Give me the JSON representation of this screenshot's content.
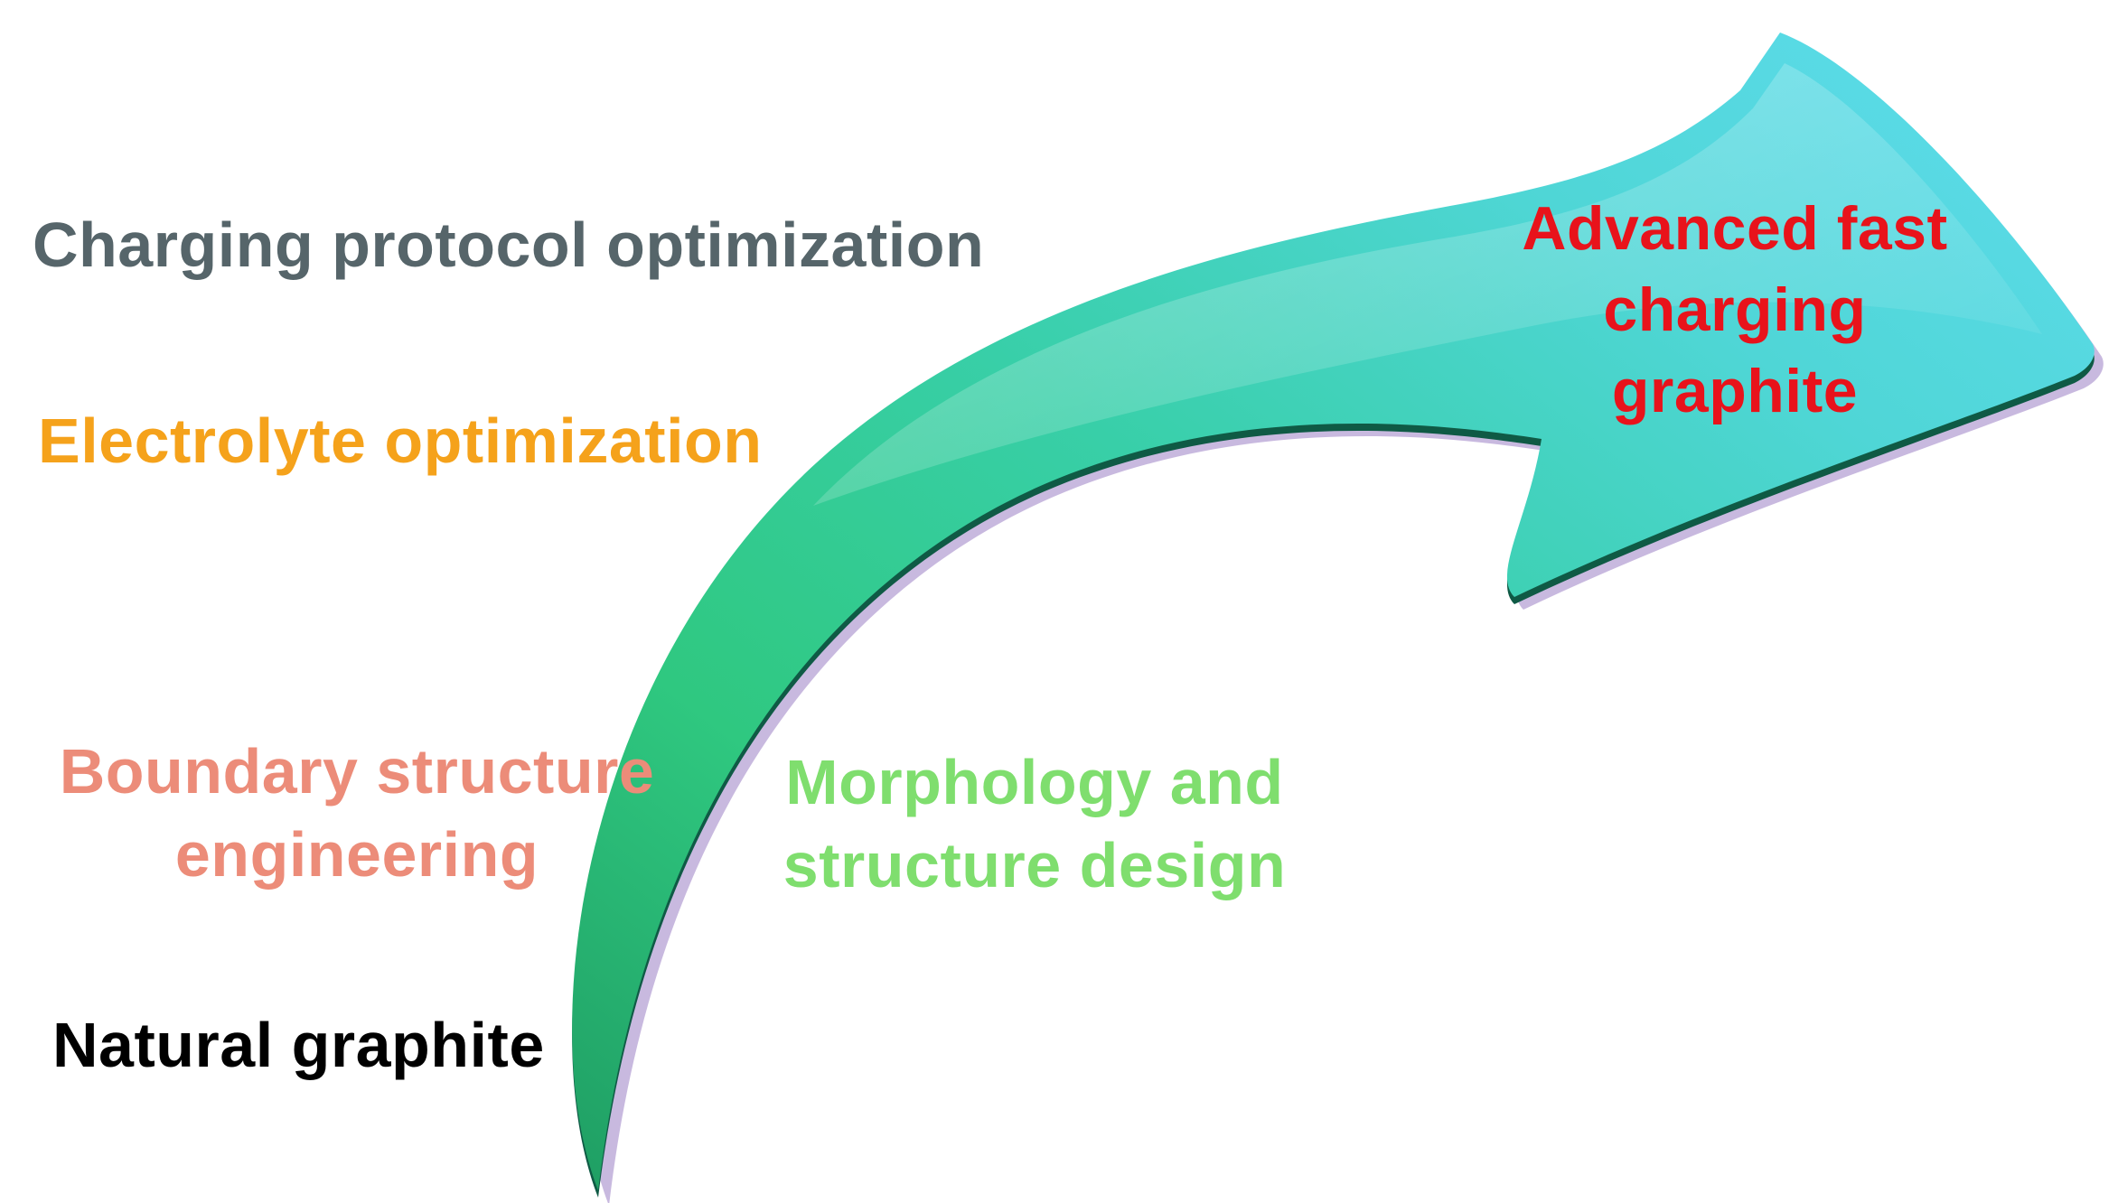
{
  "labels": {
    "charging_protocol": "Charging protocol optimization",
    "electrolyte": "Electrolyte optimization",
    "boundary_line1": "Boundary structure",
    "boundary_line2": "engineering",
    "morphology_line1": "Morphology and",
    "morphology_line2": "structure design",
    "natural_graphite": "Natural graphite",
    "advanced_line1": "Advanced fast",
    "advanced_line2": "charging",
    "advanced_line3": "graphite"
  },
  "colors": {
    "charging_protocol": "#56656a",
    "electrolyte": "#f5a21b",
    "boundary": "#ec8c79",
    "morphology": "#7fde6e",
    "natural_graphite": "#000000",
    "advanced": "#e8131b",
    "arrow_green": "#2fd08a",
    "arrow_teal": "#3fc9c4",
    "arrow_cyan": "#56d8ec",
    "arrow_edge_dark": "#0f5a45",
    "arrow_shadow": "#9a7fc4"
  },
  "icons": {
    "arrow": "curved-arrow-icon"
  }
}
